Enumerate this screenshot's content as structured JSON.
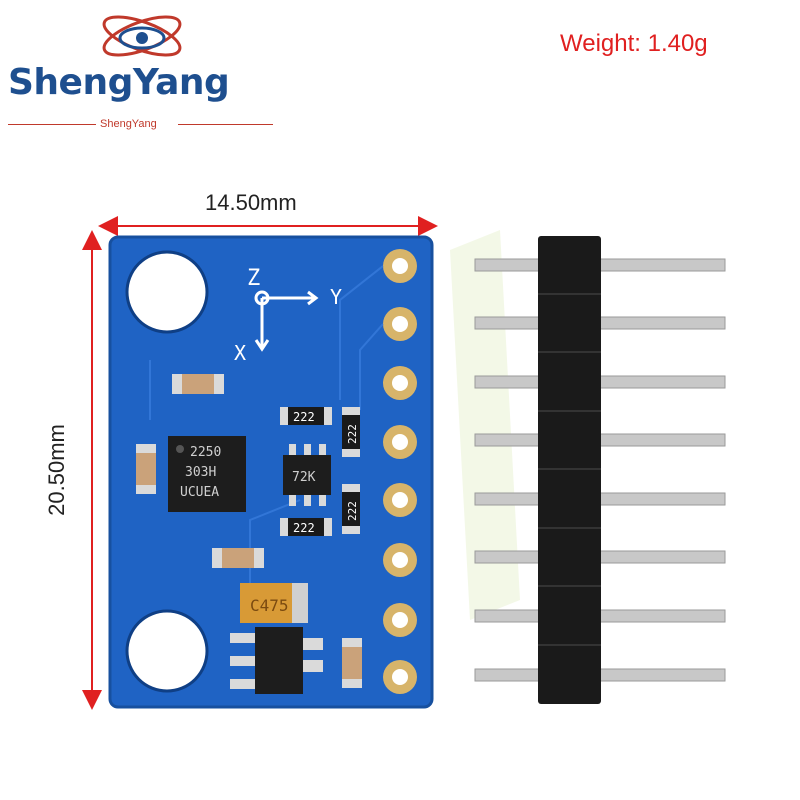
{
  "logo": {
    "brand": "ShengYang",
    "sub": "ShengYang"
  },
  "weight_label": "Weight: 1.40g",
  "dimensions": {
    "width_label": "14.50mm",
    "height_label": "20.50mm"
  },
  "board": {
    "axis_z": "Z",
    "axis_y": "Y",
    "axis_x": "X",
    "chip_line1": "2250",
    "chip_line2": "303H",
    "chip_line3": "UCUEA",
    "ic_small": "72K",
    "resistor_a": "222",
    "resistor_b": "222",
    "resistor_c": "222",
    "resistor_d": "222",
    "capacitor": "C475"
  },
  "colors": {
    "pcb": "#1f63c4",
    "header": "#1a1a1a",
    "pin": "#c8c8c8",
    "pad": "#d7b46a",
    "accent": "#e02020"
  }
}
